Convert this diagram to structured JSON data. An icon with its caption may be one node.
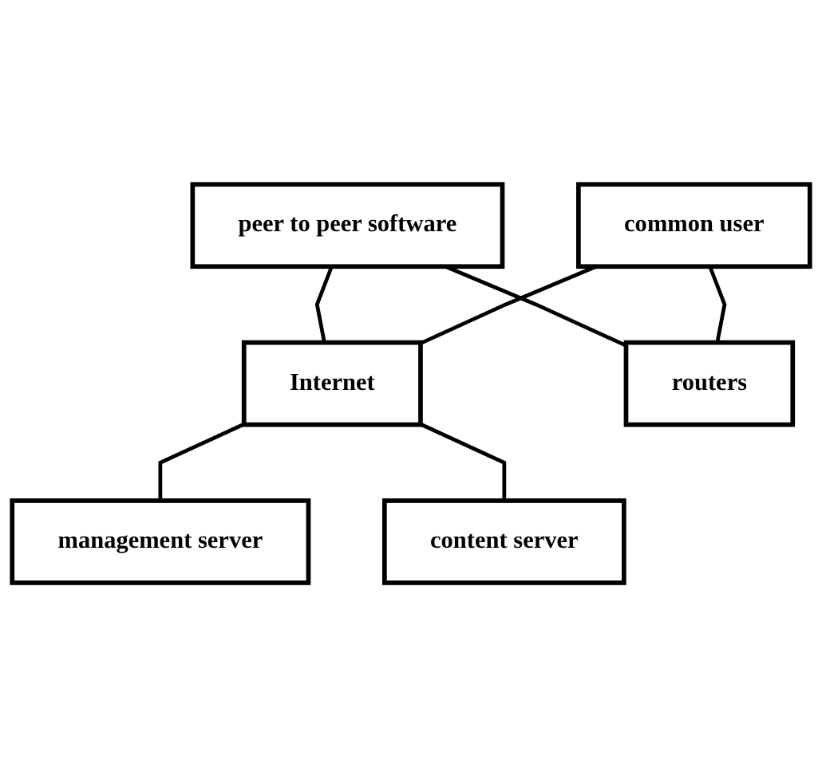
{
  "diagram": {
    "nodes": [
      {
        "text": [
          "peer to peer software"
        ]
      },
      {
        "text": [
          "common user"
        ]
      },
      {
        "text": [
          "Internet"
        ]
      },
      {
        "text": [
          "routers"
        ]
      },
      {
        "text": [
          "management server"
        ]
      },
      {
        "text": [
          "content server"
        ]
      }
    ],
    "edges": [
      {
        "from": 0,
        "to": 2,
        "arrow": "none"
      },
      {
        "from": 0,
        "to": 3,
        "arrow": "none"
      },
      {
        "from": 1,
        "to": 2,
        "arrow": "none"
      },
      {
        "from": 1,
        "to": 3,
        "arrow": "none"
      },
      {
        "from": 2,
        "to": 4,
        "arrow": "none"
      },
      {
        "from": 2,
        "to": 5,
        "arrow": "none"
      }
    ]
  }
}
